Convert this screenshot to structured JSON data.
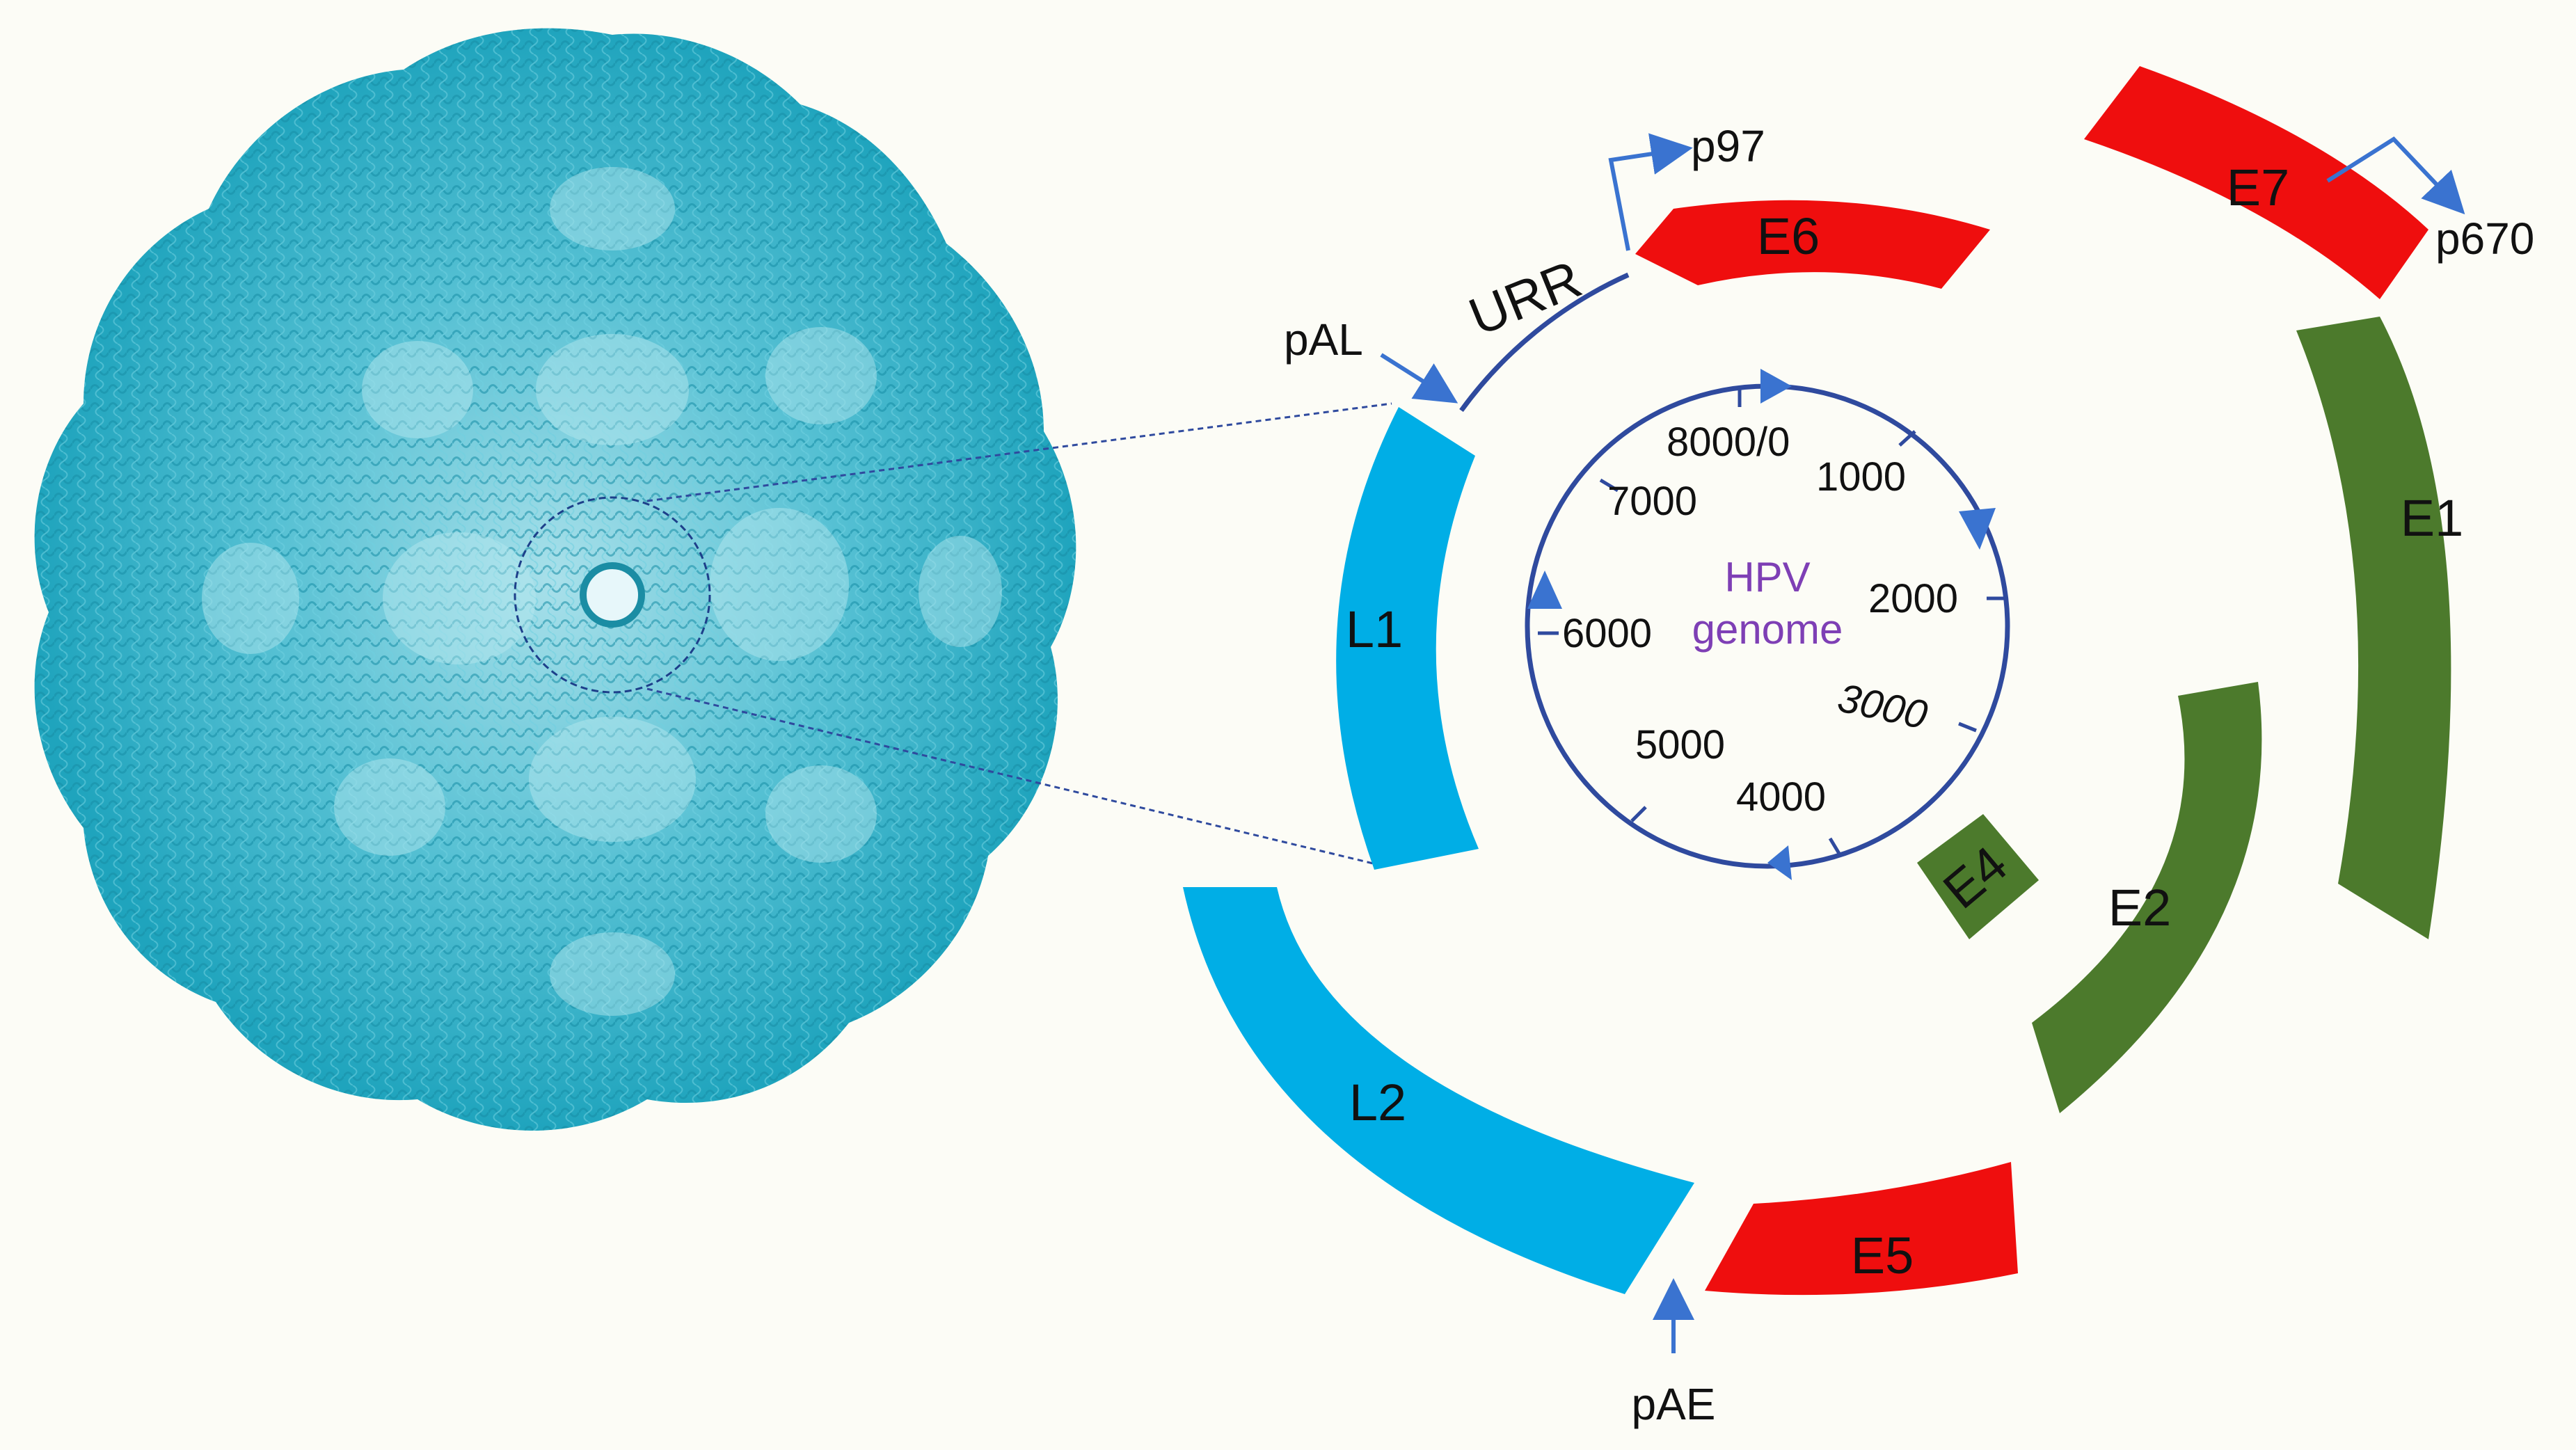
{
  "diagram": {
    "genome_label": {
      "line1": "HPV",
      "line2": "genome",
      "color": "#7e3fb5"
    },
    "ticks": [
      "8000/0",
      "1000",
      "2000",
      "3000",
      "4000",
      "5000",
      "6000",
      "7000"
    ],
    "genes": {
      "E6": "E6",
      "E7": "E7",
      "E1": "E1",
      "E2": "E2",
      "E4": "E4",
      "E5": "E5",
      "L2": "L2",
      "L1": "L1"
    },
    "regions": {
      "urr": "URR"
    },
    "promoters": {
      "p97": "p97",
      "p670": "p670",
      "pAL": "pAL",
      "pAE": "pAE"
    },
    "colors": {
      "early_oncogene": "#ef0e0e",
      "early_replication": "#4c7a2c",
      "late": "#00aee6",
      "genome_ring": "#2f4a9e",
      "arrow": "#3a73d0",
      "capsid": "#2aaec4",
      "background": "#fcfcf6"
    },
    "icons": {
      "capsid": "capsid-structure-image"
    }
  }
}
